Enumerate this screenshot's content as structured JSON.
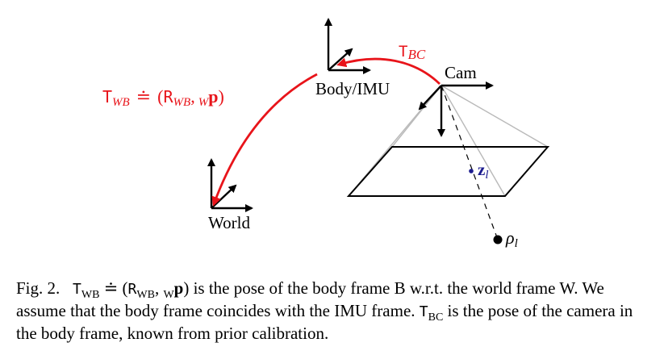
{
  "diagram": {
    "labels": {
      "world": "World",
      "body": "Body/IMU",
      "cam": "Cam",
      "twb_T": "T",
      "twb_sub": "WB",
      "twb_def": "≐",
      "twb_open": "(",
      "twb_R": "R",
      "twb_R_sub": "WB",
      "twb_comma": ",",
      "twb_p_sub": "W",
      "twb_p": "p",
      "twb_close": ")",
      "tbc_T": "T",
      "tbc_sub": "BC",
      "z_sym": "z",
      "z_sub": "l",
      "rho_sym": "ρ",
      "rho_sub": "l"
    },
    "colors": {
      "transform": "#e8141a",
      "axes": "#000000",
      "frustum": "#b9b9b9",
      "feature": "#1c1c8f"
    }
  },
  "caption": {
    "fig_label": "Fig. 2.",
    "t_wb": "T",
    "t_wb_sub": "WB",
    "def": "≐",
    "open": "(",
    "r_wb": "R",
    "r_wb_sub": "WB",
    "comma": ",",
    "p_sub": "W",
    "p": "p",
    "close": ")",
    "text1": "is the pose of the body frame B w.r.t. the world frame W. We assume that the body frame coincides with the IMU frame.",
    "t_bc": "T",
    "t_bc_sub": "BC",
    "text2": "is the pose of the camera in the body frame, known from prior calibration."
  }
}
